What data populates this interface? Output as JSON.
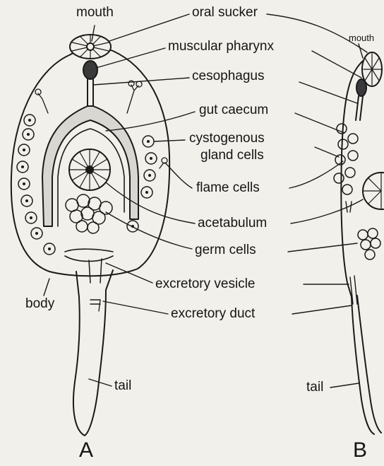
{
  "labels": {
    "mouth": "mouth",
    "oral_sucker": "oral sucker",
    "muscular_pharynx": "muscular pharynx",
    "oesophagus": "cesophagus",
    "gut_caecum": "gut caecum",
    "cystogenous_line1": "cystogenous",
    "cystogenous_line2": "gland cells",
    "flame_cells": "flame cells",
    "acetabulum": "acetabulum",
    "germ_cells": "germ cells",
    "excretory_vesicle": "excretory vesicle",
    "body": "body",
    "excretory_duct": "excretory duct",
    "tail_a": "tail",
    "mouth_b": "mouth",
    "tail_b": "tail"
  },
  "figures": {
    "a": "A",
    "b": "B"
  }
}
